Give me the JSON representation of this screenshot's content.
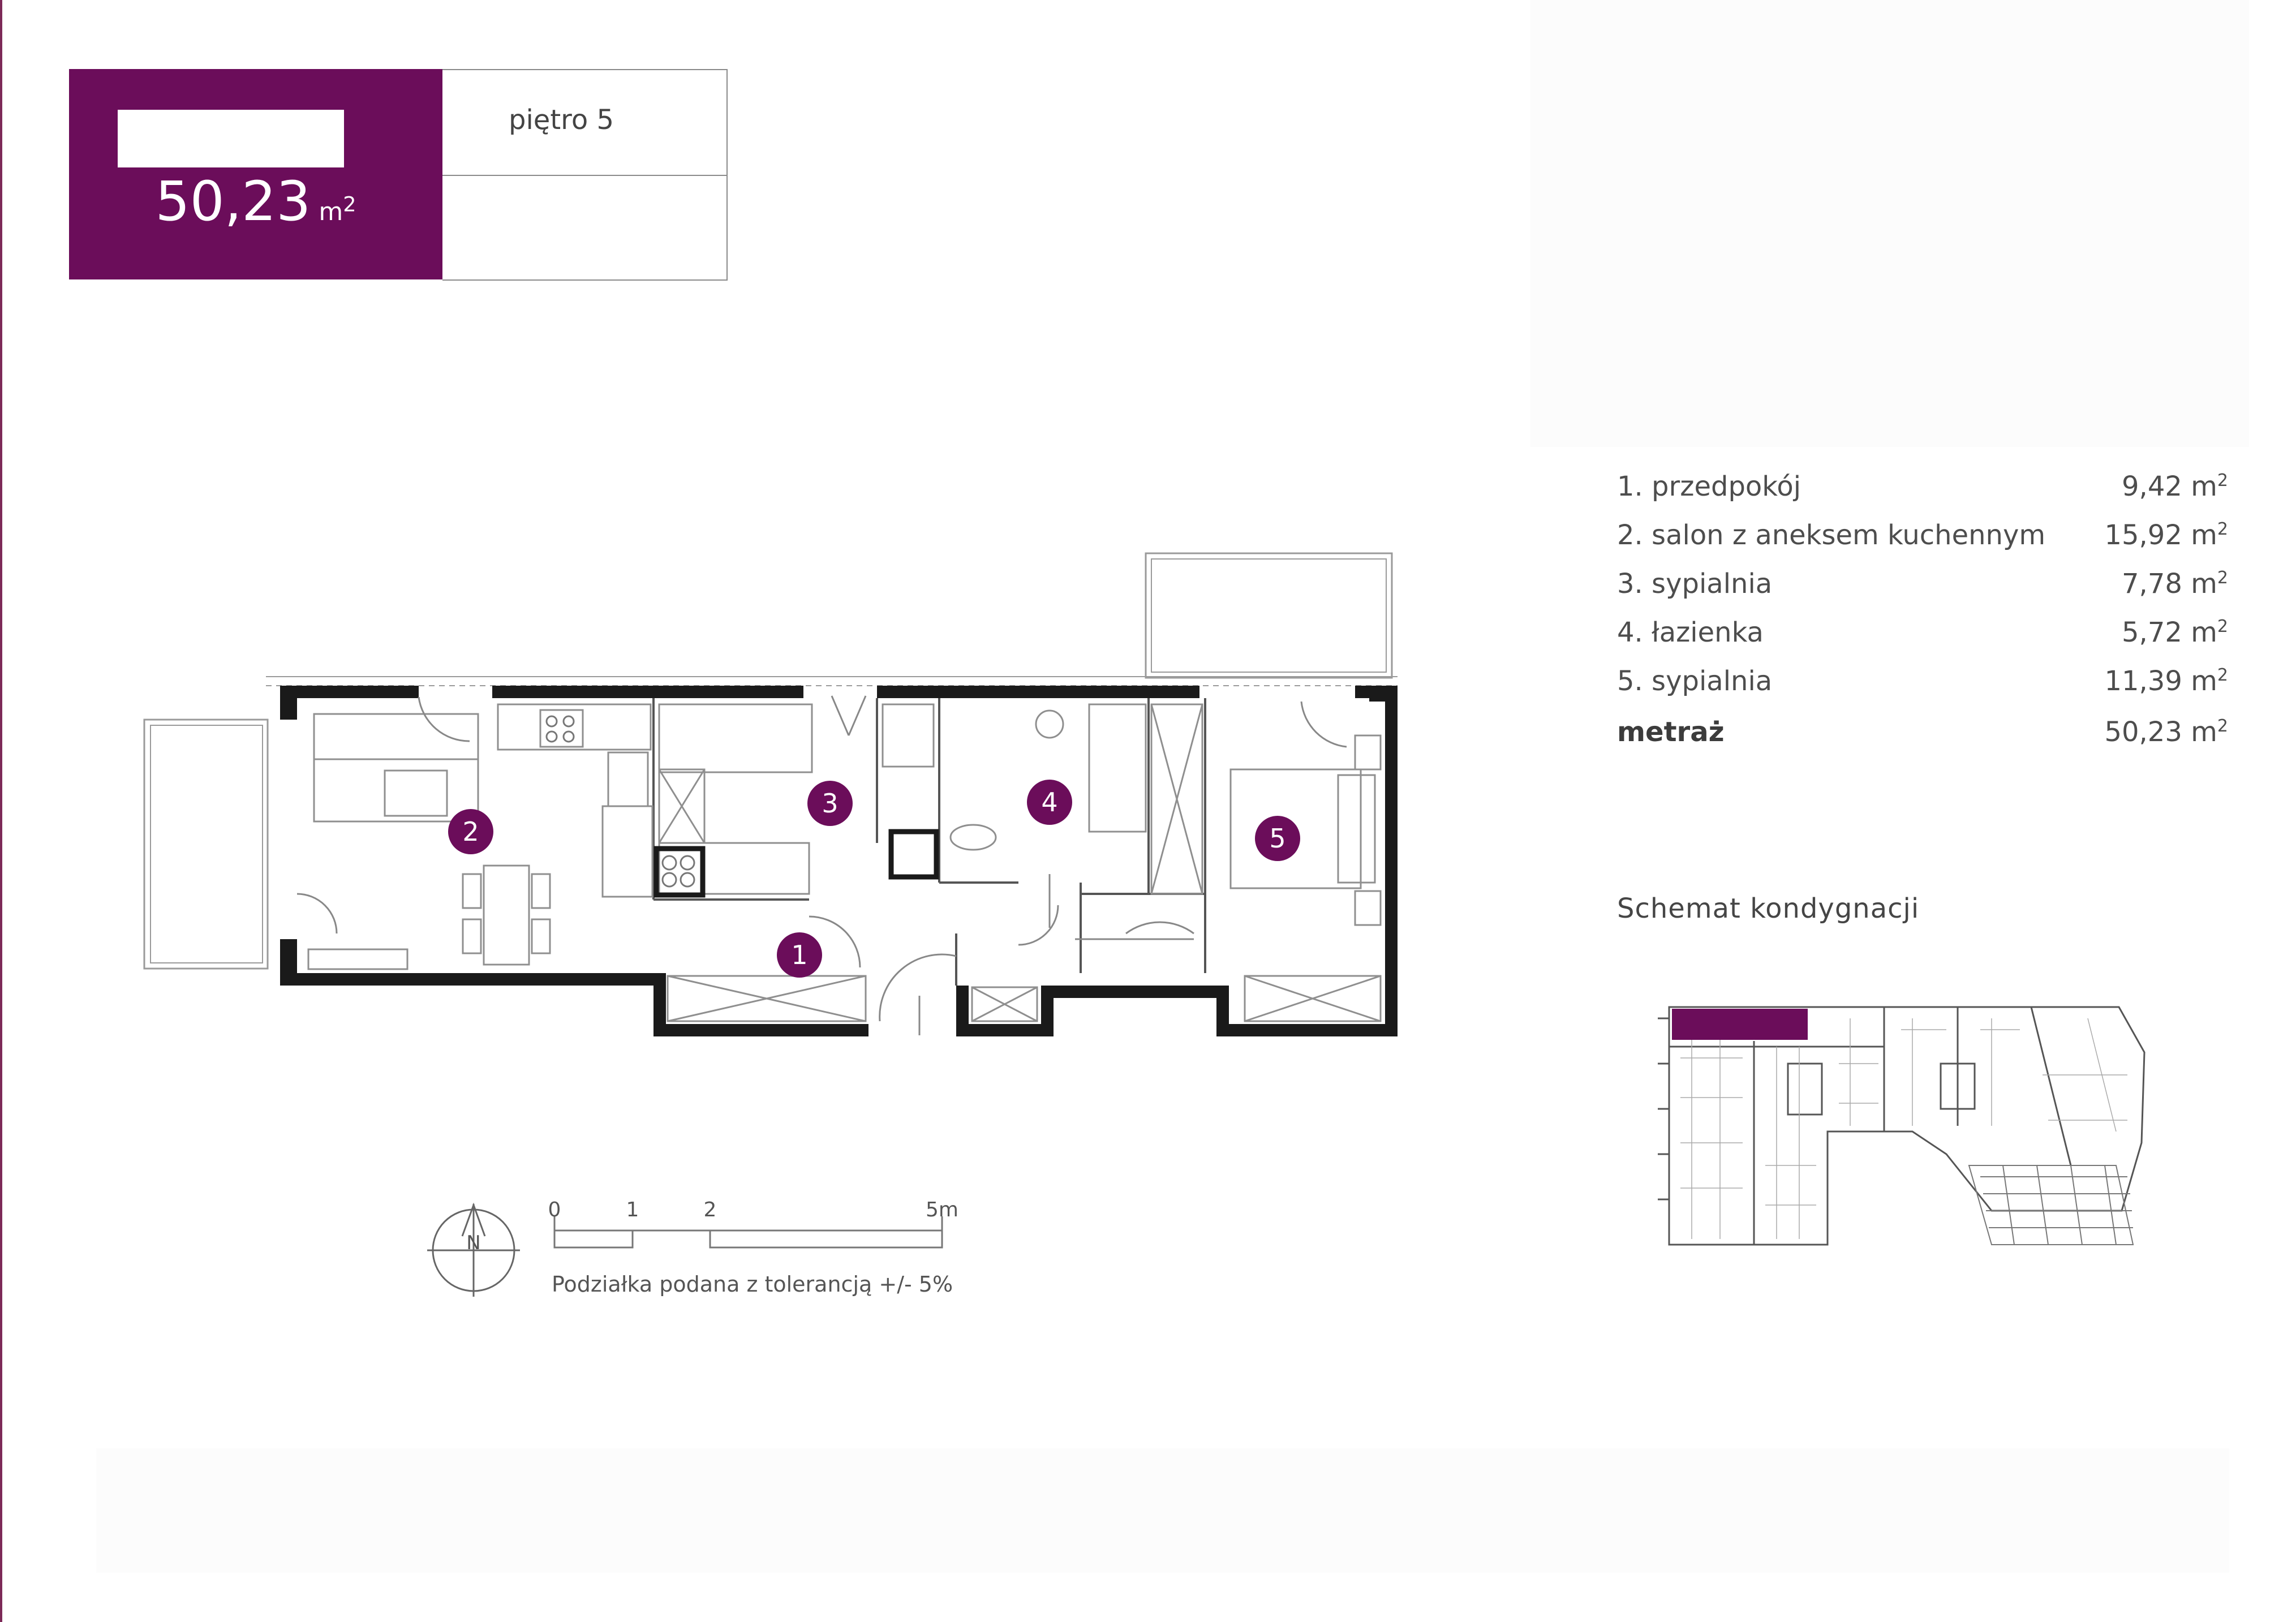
{
  "header": {
    "area_value": "50,23",
    "area_unit": "m",
    "area_unit_exp": "2",
    "floor_label": "piętro 5"
  },
  "rooms": [
    {
      "name": "1. przedpokój",
      "area": "9,42 m",
      "exp": "2"
    },
    {
      "name": "2. salon z aneksem kuchennym",
      "area": "15,92 m",
      "exp": "2"
    },
    {
      "name": "3. sypialnia",
      "area": "7,78 m",
      "exp": "2"
    },
    {
      "name": "4. łazienka",
      "area": "5,72 m",
      "exp": "2"
    },
    {
      "name": "5. sypialnia",
      "area": "11,39 m",
      "exp": "2"
    }
  ],
  "total": {
    "name": "metraż",
    "area": "50,23 m",
    "exp": "2"
  },
  "plan": {
    "room_markers": [
      "1",
      "2",
      "3",
      "4",
      "5"
    ],
    "marker_color": "#6b0d5a"
  },
  "schema": {
    "title": "Schemat kondygnacji",
    "highlight_color": "#6b0d5a"
  },
  "scale": {
    "ticks": [
      "0",
      "1",
      "2",
      "5m"
    ],
    "caption": "Podziałka podana z tolerancją +/- 5%",
    "north": "N"
  }
}
